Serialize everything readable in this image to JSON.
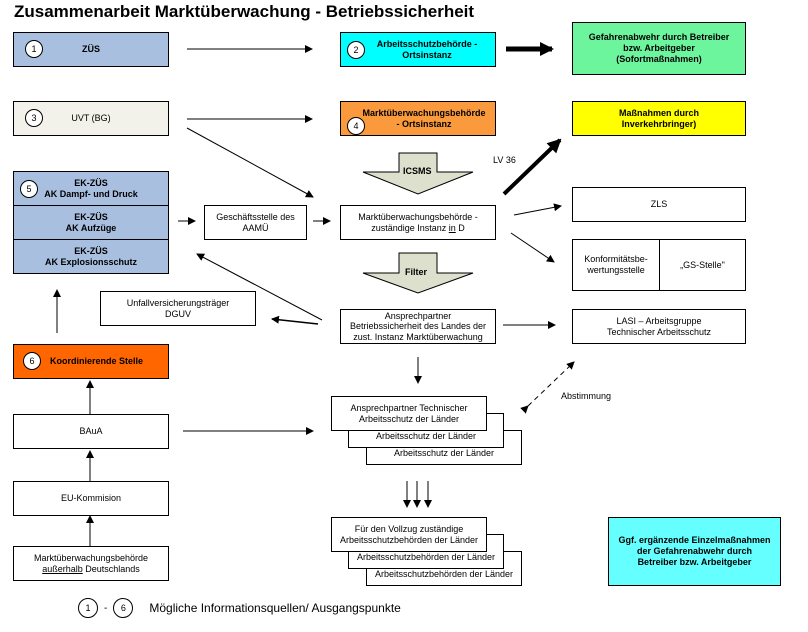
{
  "title": "Zusammenarbeit Marktüberwachung - Betriebssicherheit",
  "colors": {
    "zus_blue": "#a9bfe0",
    "uvt_grey": "#f2f2ea",
    "cyan": "#00ffff",
    "orange": "#fb9a3c",
    "green": "#6cf59d",
    "yellow": "#ffff00",
    "koord_orange": "#ff6600",
    "arrow_grey": "#dde0cd"
  },
  "nodes": {
    "zus": {
      "num": "1",
      "label": "ZÜS"
    },
    "arbeitsschutz_orts": {
      "num": "2",
      "line1": "Arbeitsschutzbehörde -",
      "line2": "Ortsinstanz"
    },
    "gefahrenabwehr": {
      "line1": "Gefahrenabwehr durch Betreiber",
      "line2": "bzw. Arbeitgeber",
      "line3": "(Sofortmaßnahmen)"
    },
    "uvt": {
      "num": "3",
      "label": "UVT (BG)"
    },
    "markt_orts": {
      "num": "4",
      "line1": "Marktüberwachungsbehörde",
      "line2": "- Ortsinstanz"
    },
    "massnahmen": {
      "line1": "Maßnahmen durch",
      "line2": "Inverkehrbringer)"
    },
    "ekzus": {
      "num": "5",
      "rows": [
        {
          "line1": "EK-ZÜS",
          "line2": "AK Dampf- und Druck"
        },
        {
          "line1": "EK-ZÜS",
          "line2": "AK Aufzüge"
        },
        {
          "line1": "EK-ZÜS",
          "line2": "AK Explosionsschutz"
        }
      ]
    },
    "geschaeftsstelle": {
      "line1": "Geschäftsstelle des",
      "line2": "AAMÜ"
    },
    "markt_zustaendig": {
      "line1": "Marktüberwachungsbehörde -",
      "line2a": "zuständige Instanz ",
      "line2b": "in",
      "line2c": " D"
    },
    "zls": {
      "label": "ZLS"
    },
    "konformitaet": {
      "left1": "Konformitätsbe-",
      "left2": "wertungsstelle",
      "right": "„GS-Stelle\""
    },
    "unfall": {
      "line1": "Unfallversicherungsträger",
      "line2": "DGUV"
    },
    "ansprech_betrieb": {
      "line1": "Ansprechpartner",
      "line2": "Betriebssicherheit des Landes der",
      "line3": "zust. Instanz Marktüberwachung"
    },
    "lasi": {
      "line1": "LASI – Arbeitsgruppe",
      "line2": "Technischer Arbeitsschutz"
    },
    "koordinierende": {
      "num": "6",
      "label": "Koordinierende Stelle"
    },
    "bauA": {
      "label": "BAuA"
    },
    "ansprech_tech": {
      "line1": "Ansprechpartner Technischer",
      "line2": "Arbeitsschutz der Länder",
      "back": "Arbeitsschutz der Länder"
    },
    "eu": {
      "label": "EU-Kommision"
    },
    "vollzug": {
      "line1": "Für den Vollzug zuständige",
      "line2": "Arbeitsschutzbehörden der Länder",
      "back": "Arbeitsschutzbehörden der Länder"
    },
    "markt_ausland": {
      "line1": "Marktüberwachungsbehörde",
      "line2a": "außerhalb",
      "line2b": " Deutschlands"
    },
    "ergaenzend": {
      "line1": "Ggf. ergänzende Einzelmaßnahmen",
      "line2": "der Gefahrenabwehr durch",
      "line3": "Betreiber bzw. Arbeitgeber"
    }
  },
  "arrow_labels": {
    "icsms": "ICSMS",
    "filter": "Filter",
    "lv36": "LV 36",
    "abstimmung": "Abstimmung"
  },
  "legend": {
    "from": "1",
    "dash": "-",
    "to": "6",
    "text": "Mögliche Informationsquellen/ Ausgangspunkte"
  }
}
